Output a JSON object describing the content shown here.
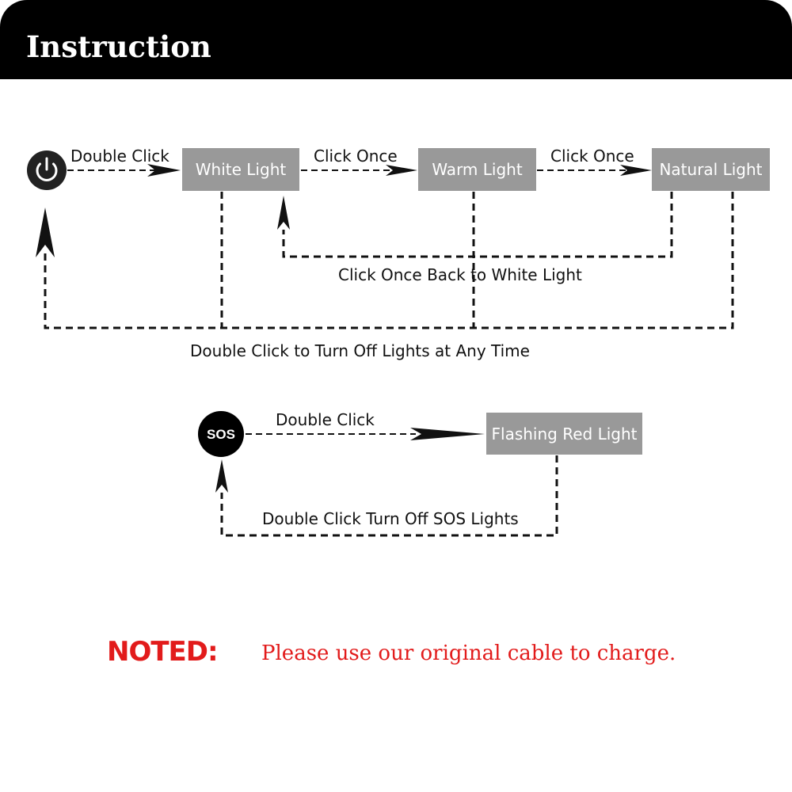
{
  "header": {
    "title": "Instruction"
  },
  "flow": {
    "nodes": {
      "white": "White Light",
      "warm": "Warm Light",
      "natural": "Natural Light",
      "flashing": "Flashing Red Light"
    },
    "labels": {
      "double_click": "Double Click",
      "click_once_1": "Click Once",
      "click_once_2": "Click Once",
      "back_to_white": "Click Once Back to White Light",
      "turn_off": "Double Click to Turn Off Lights at Any Time",
      "sos_double_click": "Double  Click",
      "sos_turn_off": "Double Click Turn Off SOS Lights"
    },
    "icons": {
      "power": "power-icon",
      "sos": "SOS"
    }
  },
  "note": {
    "label": "NOTED:",
    "text": "Please use our original cable to charge."
  },
  "colors": {
    "node_fill": "#999999",
    "note": "#e21b1b",
    "header": "#000000"
  }
}
